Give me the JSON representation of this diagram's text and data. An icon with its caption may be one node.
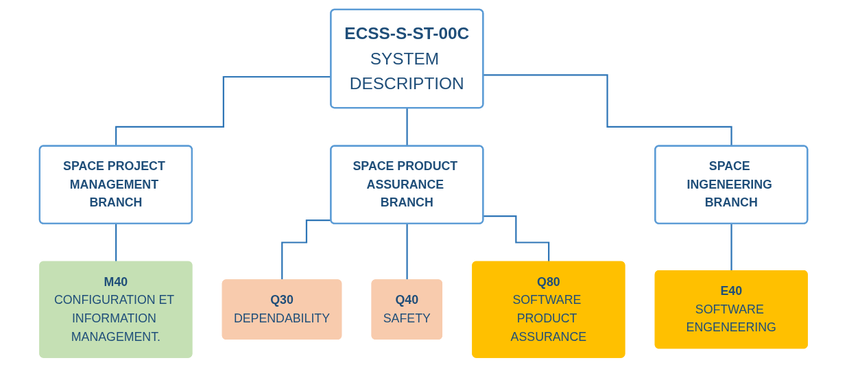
{
  "diagram": {
    "nodes": [
      {
        "text": [
          "ECSS-S-ST-00C",
          "SYSTEM DESCRIPTION"
        ]
      },
      {
        "text": [
          "SPACE PROJECT MANAGEMENT BRANCH"
        ]
      },
      {
        "text": [
          "SPACE PRODUCT ASSURANCE BRANCH"
        ]
      },
      {
        "text": [
          "SPACE INGENEERING BRANCH"
        ]
      },
      {
        "text": [
          "M40",
          "CONFIGURATION ET INFORMATION MANAGEMENT."
        ]
      },
      {
        "text": [
          "Q30",
          "DEPENDABILITY"
        ]
      },
      {
        "text": [
          "Q40",
          "SAFETY"
        ]
      },
      {
        "text": [
          "Q80",
          "SOFTWARE PRODUCT ASSURANCE"
        ]
      },
      {
        "text": [
          "E40",
          "SOFTWARE ENGENEERING"
        ]
      }
    ],
    "edges": [
      {
        "from": 0,
        "to": 1,
        "arrow": "none"
      },
      {
        "from": 0,
        "to": 2,
        "arrow": "none"
      },
      {
        "from": 0,
        "to": 3,
        "arrow": "none"
      },
      {
        "from": 1,
        "to": 4,
        "arrow": "none"
      },
      {
        "from": 2,
        "to": 5,
        "arrow": "none"
      },
      {
        "from": 2,
        "to": 6,
        "arrow": "none"
      },
      {
        "from": 2,
        "to": 7,
        "arrow": "none"
      },
      {
        "from": 3,
        "to": 8,
        "arrow": "none"
      }
    ]
  }
}
